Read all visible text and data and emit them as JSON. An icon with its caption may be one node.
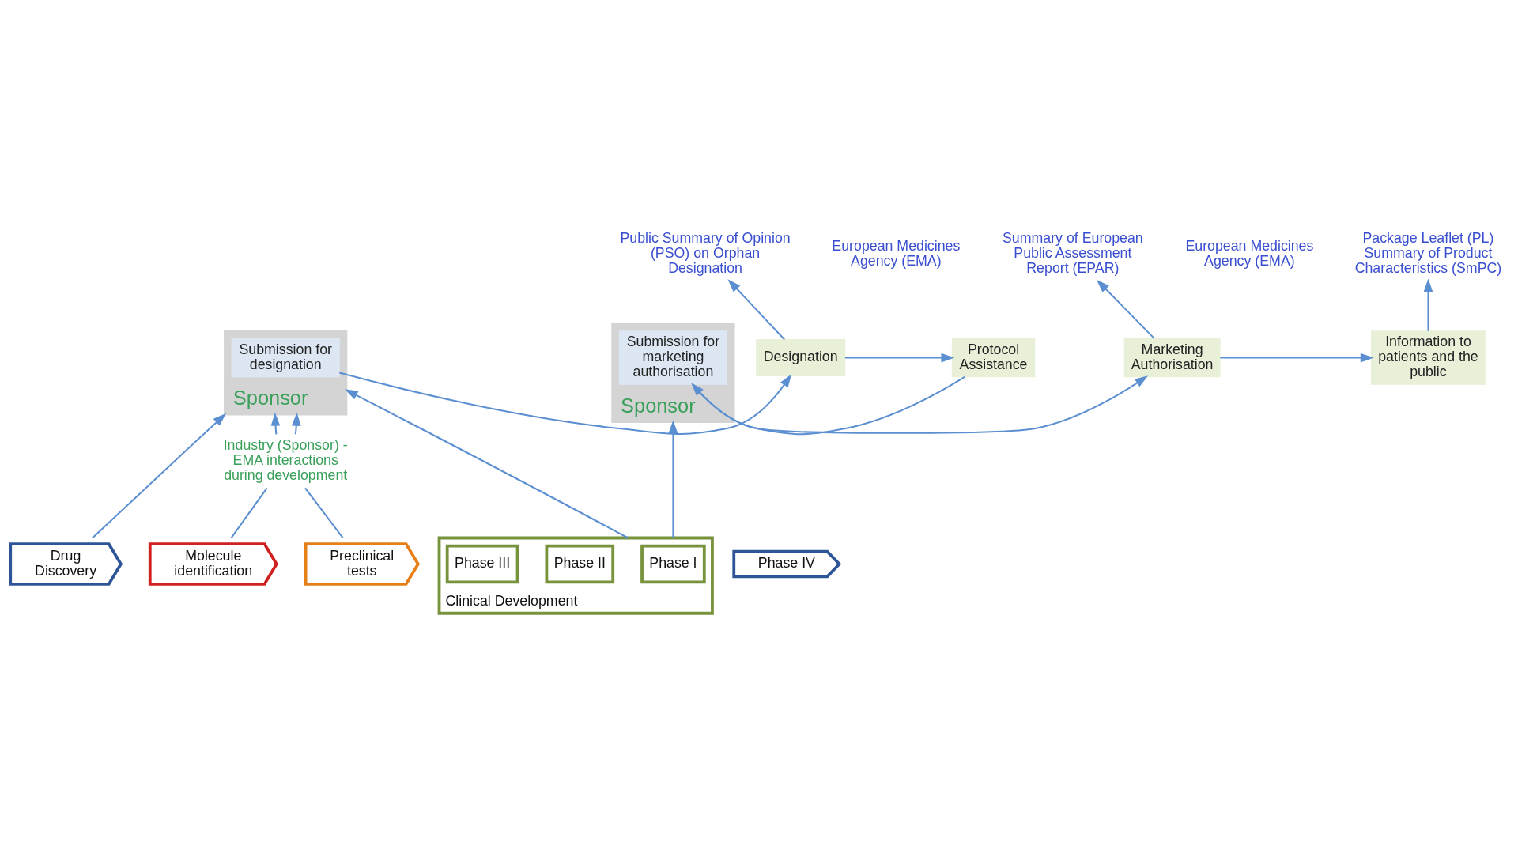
{
  "diagram": {
    "nodes": [
      {
        "text": [
          "Sponsor"
        ]
      },
      {
        "text": [
          "Submission for designation"
        ],
        "in": 0
      },
      {
        "text": [
          "Designation"
        ]
      },
      {
        "text": [
          "Protocol Assistance"
        ]
      },
      {
        "text": [
          "Sponsor"
        ]
      },
      {
        "text": [
          "Submission for marketing authorisation"
        ],
        "in": 4
      },
      {
        "text": [
          "Marketing Authorisation"
        ]
      },
      {
        "text": [
          "Information to patients and the public"
        ]
      },
      {
        "text": [
          "Public Summary of Opinion (PSO) on Orphan Designation"
        ]
      },
      {
        "text": [
          "Summary of European Public Assessment Report (EPAR)"
        ]
      },
      {
        "text": [
          "Package Leaflet (PL) Summary of Product Characteristics (SmPC)"
        ]
      },
      {
        "text": [
          "Drug Discovery"
        ]
      },
      {
        "text": [
          "Molecule identification"
        ]
      },
      {
        "text": [
          "Preclinical tests"
        ]
      },
      {
        "text": [
          "Clinical Development"
        ]
      },
      {
        "text": [
          "Phase I"
        ],
        "in": 14
      },
      {
        "text": [
          "Phase II"
        ],
        "in": 14
      },
      {
        "text": [
          "Phase III"
        ],
        "in": 14
      },
      {
        "text": [
          "Phase IV"
        ]
      },
      {
        "text": [
          "Industry (Sponsor) - EMA interactions during development"
        ]
      }
    ],
    "edges": [
      {
        "from": 1,
        "to": 2,
        "arrow": "to"
      },
      {
        "from": 2,
        "to": 3,
        "arrow": "to"
      },
      {
        "from": 3,
        "to": 5,
        "arrow": "to"
      },
      {
        "from": 5,
        "to": 6,
        "arrow": "to"
      },
      {
        "from": 6,
        "to": 7,
        "arrow": "to"
      },
      {
        "from": 2,
        "to": 8,
        "arrow": "to"
      },
      {
        "from": 6,
        "to": 9,
        "arrow": "to"
      },
      {
        "from": 7,
        "to": 10,
        "arrow": "to"
      },
      {
        "from": 11,
        "to": 0,
        "arrow": "to"
      },
      {
        "from": 19,
        "to": 0,
        "arrow": "to"
      },
      {
        "from": 19,
        "to": 0,
        "arrow": "to"
      },
      {
        "from": 12,
        "to": 19,
        "arrow": "none"
      },
      {
        "from": 13,
        "to": 19,
        "arrow": "none"
      },
      {
        "from": 14,
        "to": 0,
        "arrow": "to"
      },
      {
        "from": 14,
        "to": 4,
        "arrow": "to"
      }
    ],
    "labels": [
      "European Medicines Agency (EMA)",
      "European Medicines Agency (EMA)"
    ]
  }
}
